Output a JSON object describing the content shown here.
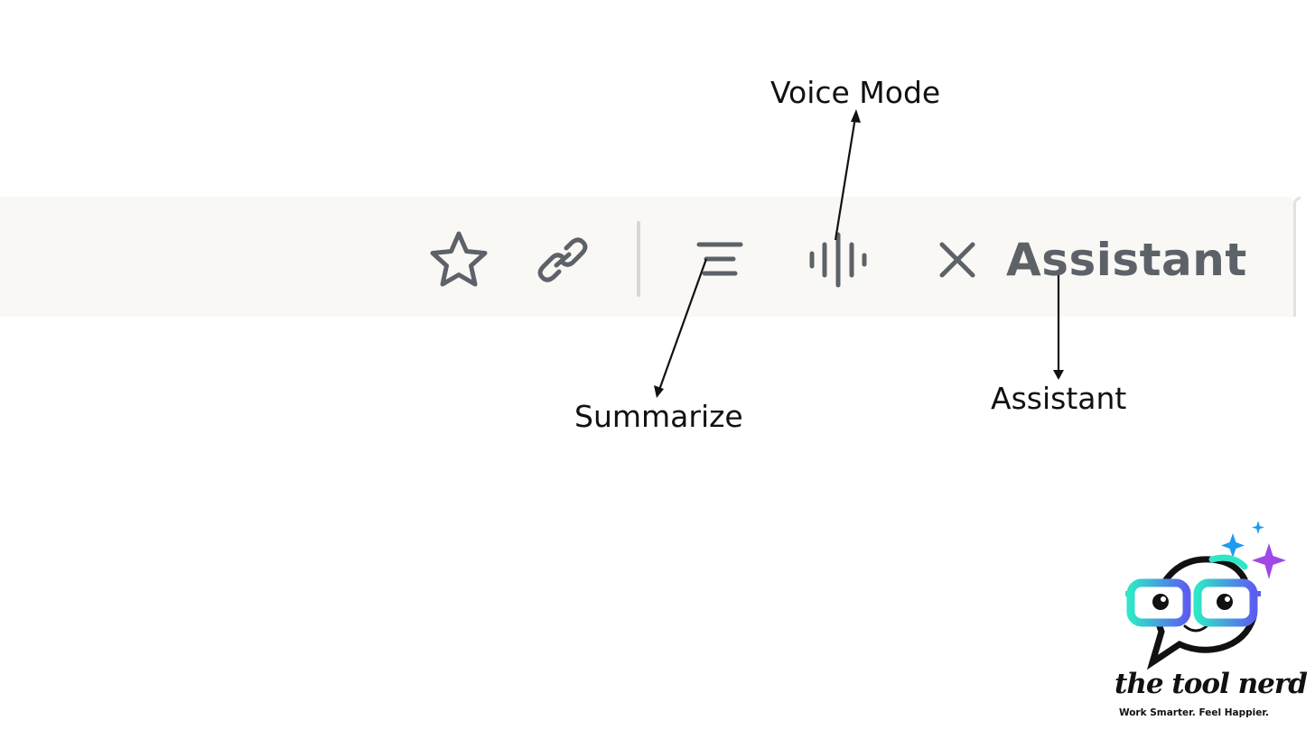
{
  "toolbar": {
    "background": "#f9f8f5",
    "icon_color": "#5d6268",
    "buttons": [
      {
        "name": "favorite",
        "icon": "star-icon"
      },
      {
        "name": "copy-link",
        "icon": "link-icon"
      },
      {
        "name": "summarize",
        "icon": "summarize-lines-icon"
      },
      {
        "name": "voice-mode",
        "icon": "audio-waveform-icon"
      },
      {
        "name": "close",
        "icon": "close-icon"
      }
    ],
    "assistant_label": "Assistant"
  },
  "annotations": {
    "voice_mode": "Voice Mode",
    "summarize": "Summarize",
    "assistant": "Assistant"
  },
  "logo": {
    "wordmark": "the tool nerd",
    "tagline": "Work Smarter. Feel Happier.",
    "colors": {
      "gradient_start": "#2ee6c8",
      "gradient_end": "#5b5ff0",
      "sparkle_blue": "#1e9bf0",
      "sparkle_purple": "#a047e8"
    }
  }
}
